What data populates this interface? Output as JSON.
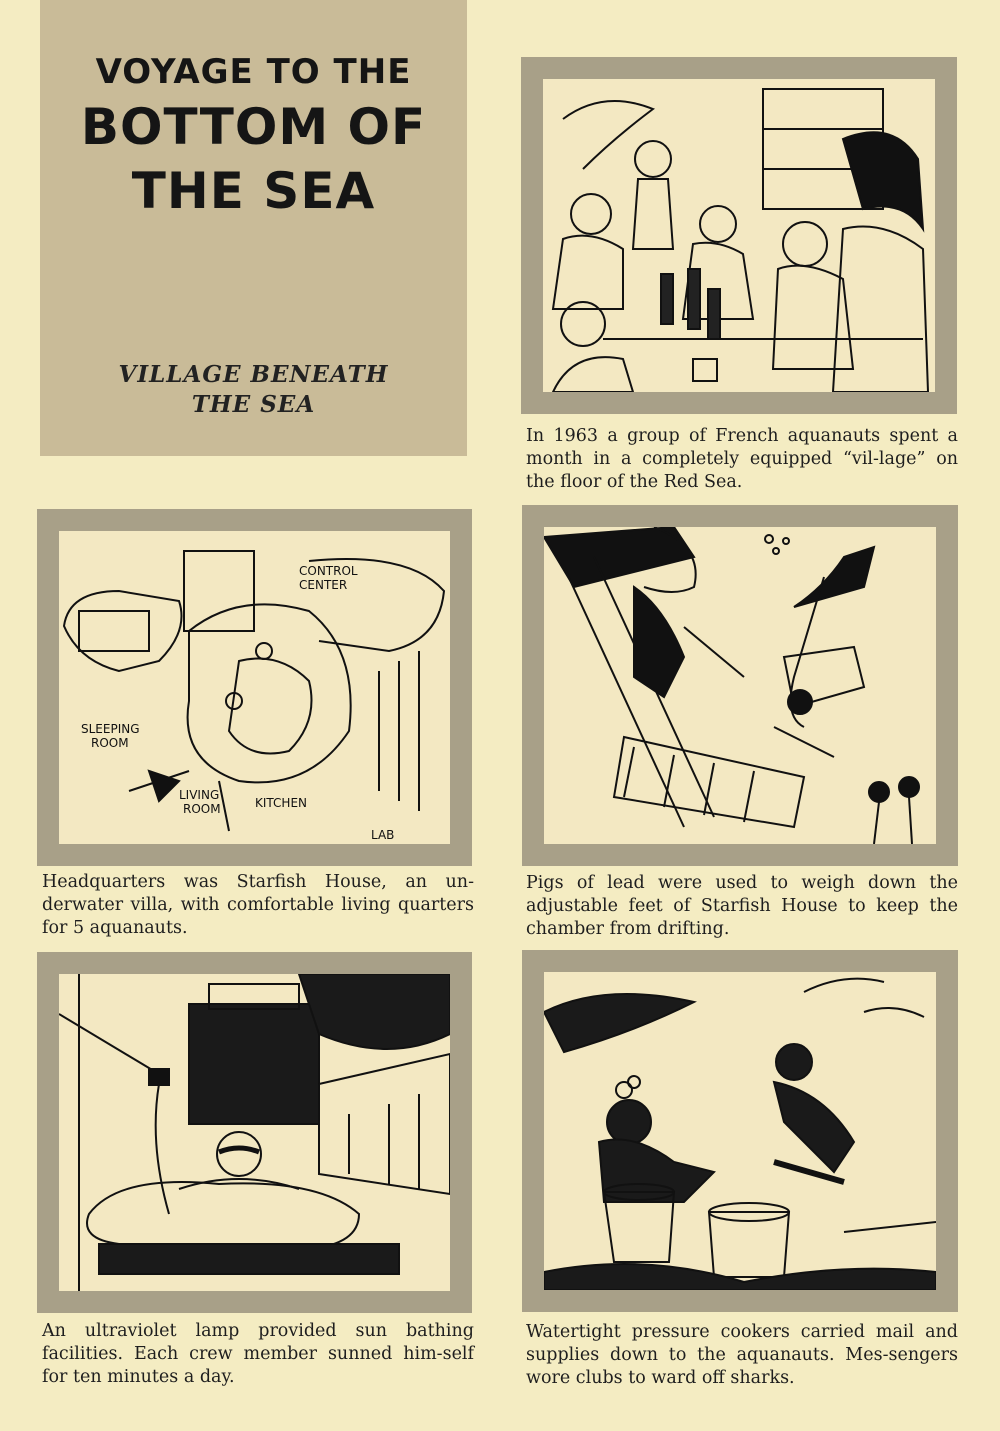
{
  "title": {
    "line1": "VOYAGE TO THE",
    "line2": "BOTTOM OF",
    "line3": "THE SEA",
    "subtitle_line1": "VILLAGE BENEATH",
    "subtitle_line2": "THE SEA"
  },
  "panels": [
    {
      "caption": "In 1963 a group of French aquanauts spent a month in a completely equipped “vil-lage” on the floor of the Red Sea."
    },
    {
      "caption": "Headquarters was Starfish House, an un-derwater villa, with comfortable living quarters for 5 aquanauts.",
      "labels": {
        "control_center_1": "CONTROL",
        "control_center_2": "CENTER",
        "sleeping_room_1": "SLEEPING",
        "sleeping_room_2": "ROOM",
        "living_room_1": "LIVING",
        "living_room_2": "ROOM",
        "kitchen": "KITCHEN",
        "lab": "LAB"
      }
    },
    {
      "caption": "Pigs of lead were used to weigh down the adjustable feet of Starfish House to keep the chamber from drifting."
    },
    {
      "caption": "An ultraviolet lamp provided sun bathing facilities. Each crew member sunned him-self for ten minutes a day."
    },
    {
      "caption": "Watertight pressure cookers carried mail and supplies down to the aquanauts. Mes-sengers wore clubs to ward off sharks."
    }
  ]
}
